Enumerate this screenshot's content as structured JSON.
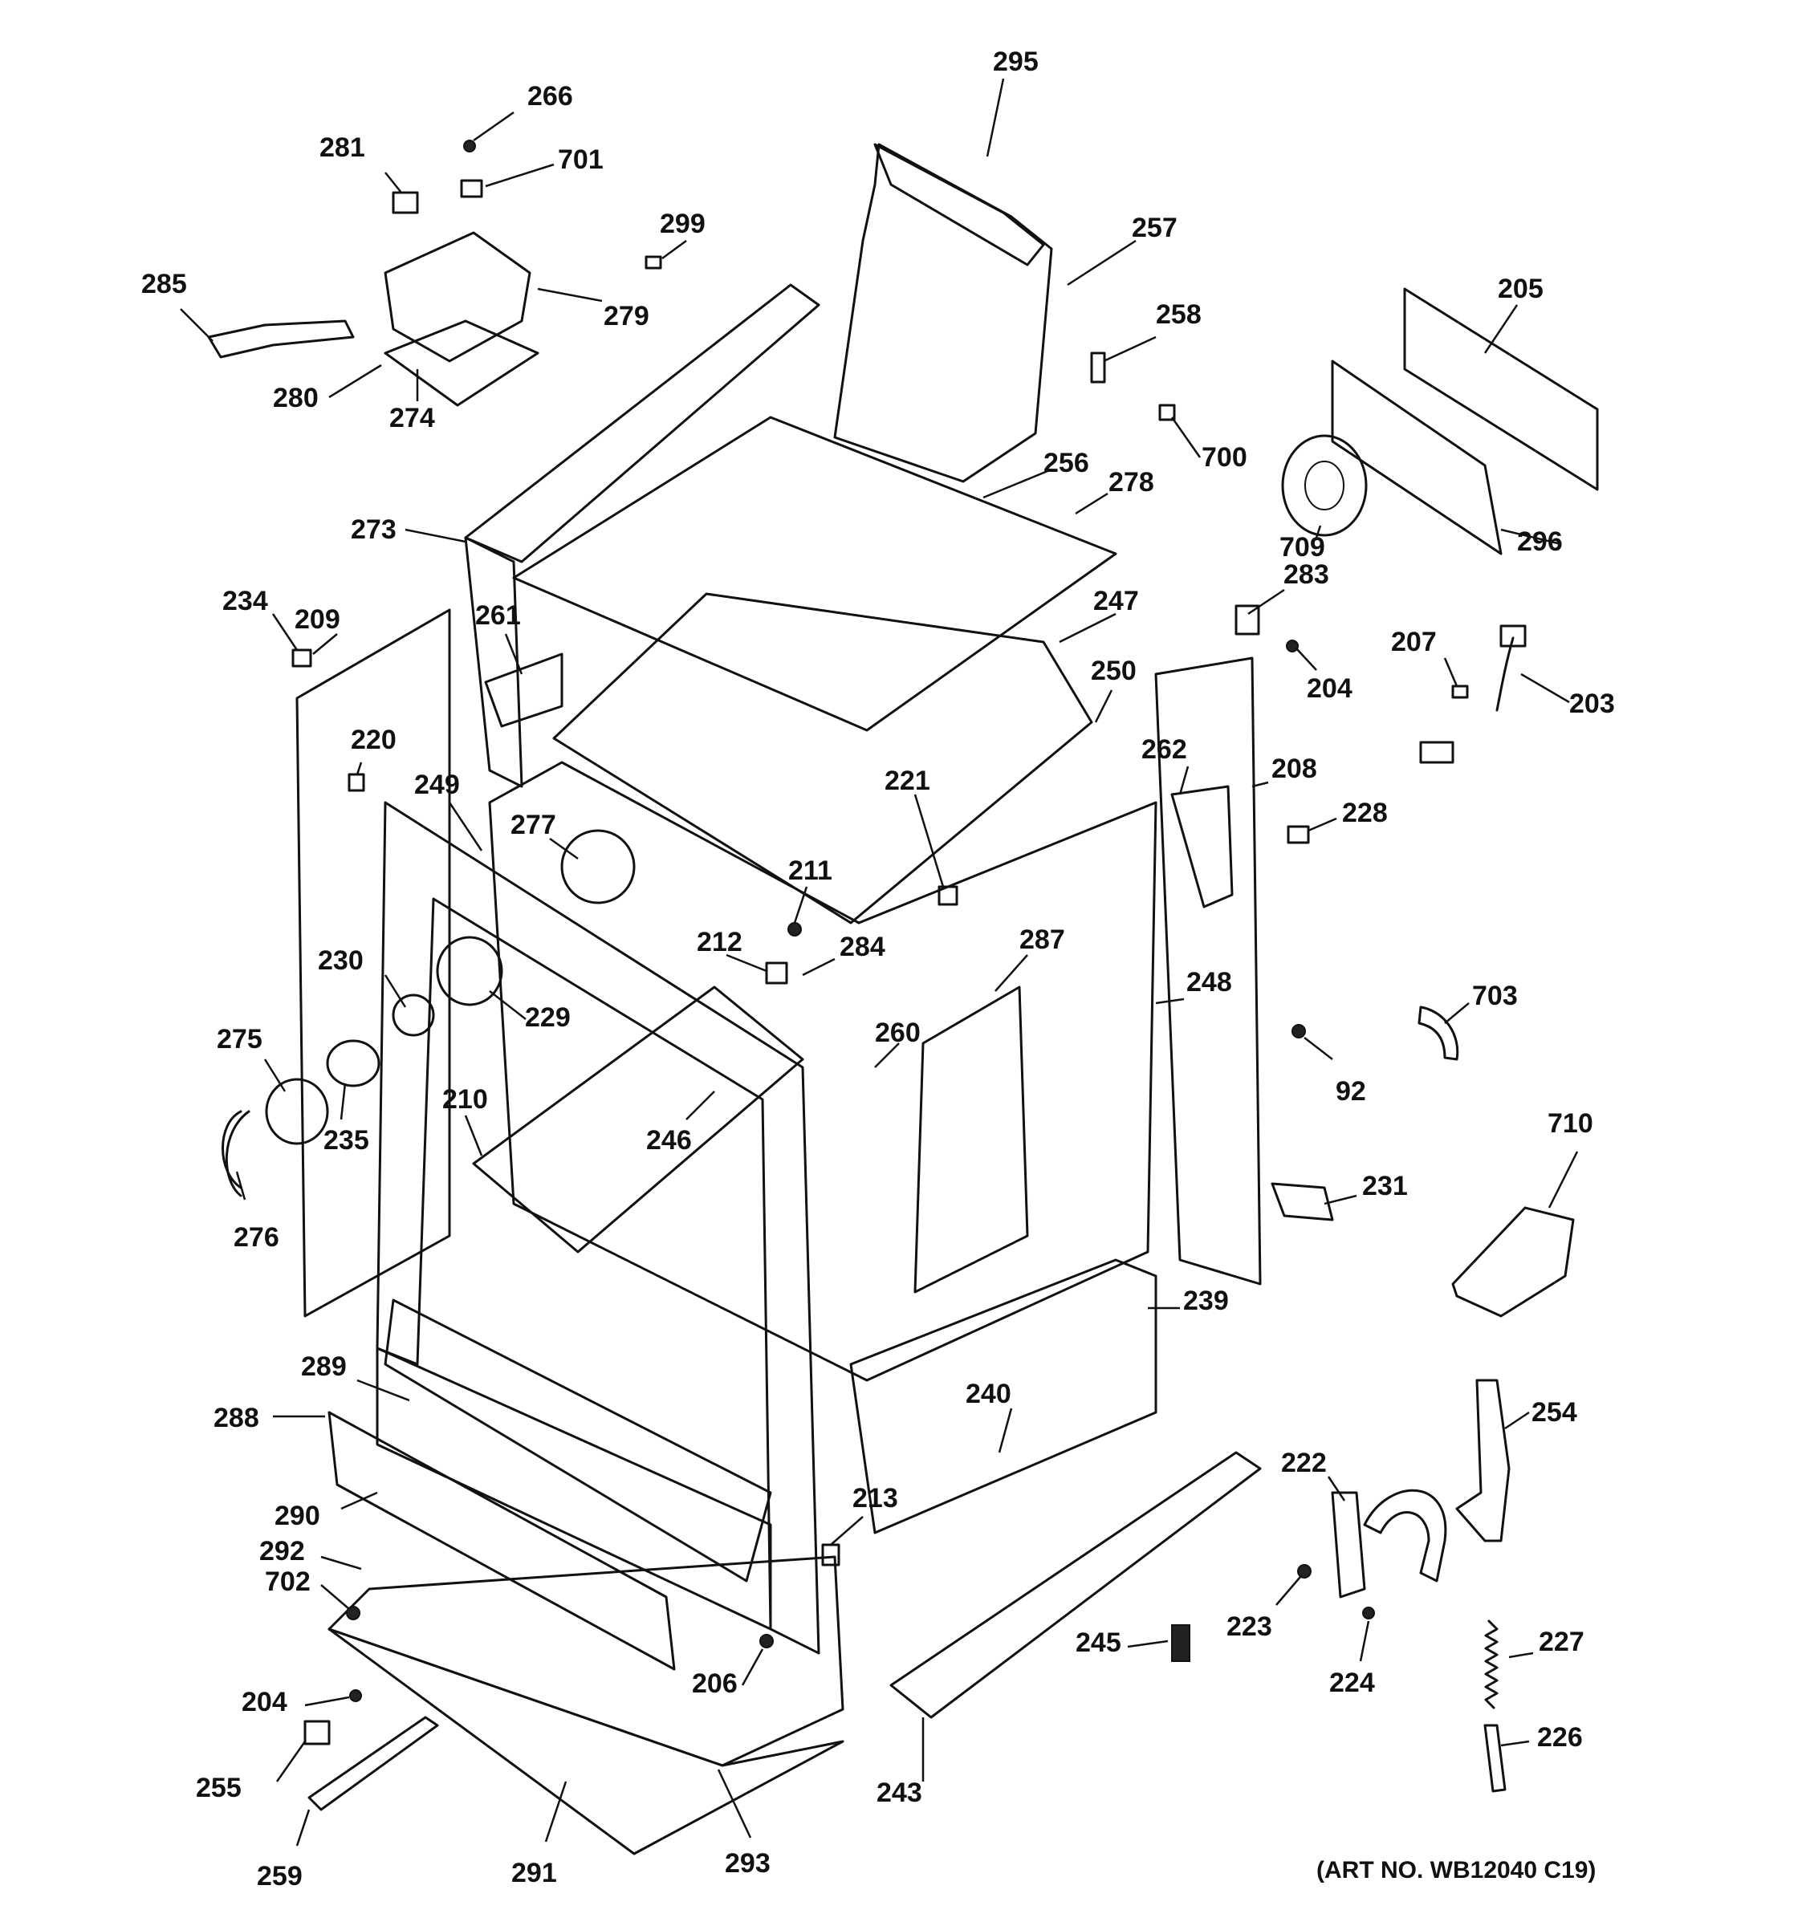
{
  "art_number": "(ART NO. WB12040 C19)",
  "callouts": [
    "295",
    "266",
    "281",
    "701",
    "299",
    "257",
    "285",
    "279",
    "258",
    "205",
    "280",
    "274",
    "700",
    "256",
    "278",
    "709",
    "296",
    "273",
    "283",
    "234",
    "209",
    "247",
    "261",
    "250",
    "207",
    "204",
    "203",
    "220",
    "262",
    "208",
    "249",
    "221",
    "277",
    "228",
    "211",
    "212",
    "284",
    "287",
    "230",
    "229",
    "248",
    "703",
    "275",
    "260",
    "92",
    "210",
    "246",
    "235",
    "710",
    "231",
    "276",
    "239",
    "240",
    "289",
    "288",
    "254",
    "222",
    "213",
    "290",
    "292",
    "702",
    "223",
    "227",
    "206",
    "245",
    "224",
    "204",
    "255",
    "226",
    "243",
    "259",
    "291",
    "293"
  ]
}
